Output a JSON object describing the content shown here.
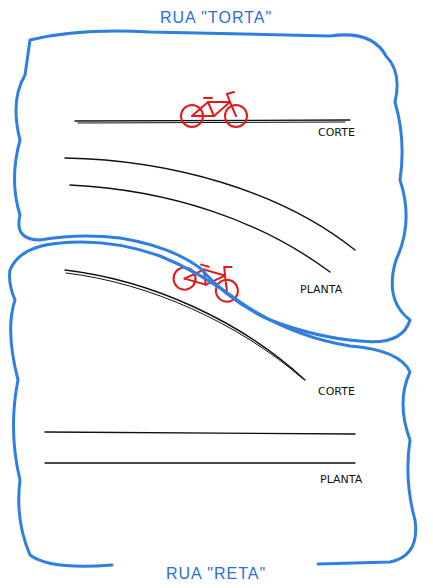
{
  "diagram": {
    "nodes": [
      {
        "text": [
          "RUA \"TORTA\"",
          "CORTE",
          "PLANTA"
        ]
      },
      {
        "text": [
          "CORTE",
          "PLANTA",
          "RUA \"RETA\""
        ]
      }
    ]
  }
}
